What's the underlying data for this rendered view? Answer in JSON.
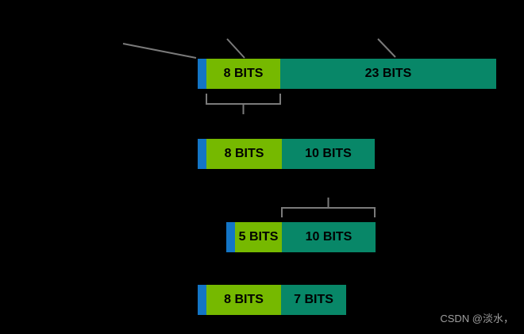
{
  "colors": {
    "background": "#000000",
    "sign": "#1375c6",
    "exponent": "#76b900",
    "mantissa": "#088768",
    "line": "#7a7a7a",
    "bar_text": "#000000",
    "watermark_text": "#9e9e9e"
  },
  "diagram": {
    "rows": [
      {
        "segments": [
          {
            "label": ""
          },
          {
            "label": "8 BITS"
          },
          {
            "label": "23 BITS"
          }
        ]
      },
      {
        "segments": [
          {
            "label": ""
          },
          {
            "label": "8 BITS"
          },
          {
            "label": "10 BITS"
          }
        ]
      },
      {
        "segments": [
          {
            "label": ""
          },
          {
            "label": "5 BITS"
          },
          {
            "label": "10 BITS"
          }
        ]
      },
      {
        "segments": [
          {
            "label": ""
          },
          {
            "label": "8 BITS"
          },
          {
            "label": "7 BITS"
          }
        ]
      }
    ]
  },
  "watermark": "CSDN @淡水，"
}
